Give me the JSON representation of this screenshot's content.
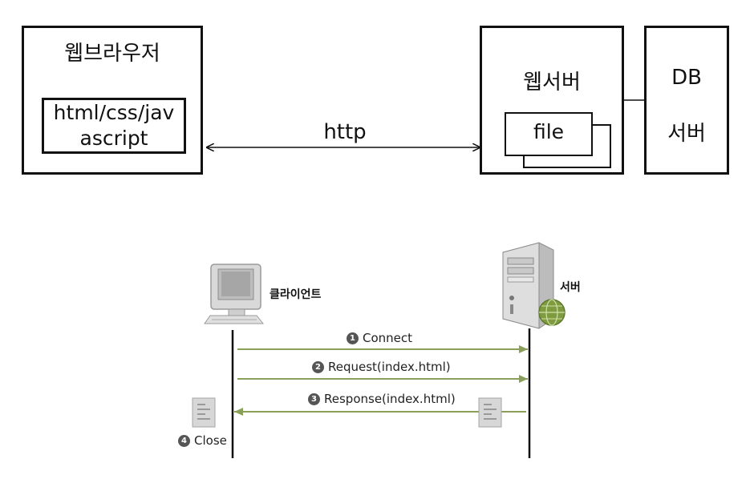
{
  "top": {
    "browser_title": "웹브라우저",
    "browser_inner_line1": "html/css/jav",
    "browser_inner_line2": "ascript",
    "protocol_label": "http",
    "webserver_title": "웹서버",
    "file_label": "file",
    "db_line1": "DB",
    "db_line2": "서버"
  },
  "bottom": {
    "client_label": "클라이언트",
    "server_label": "서버",
    "steps": [
      {
        "num": "1",
        "text": "Connect"
      },
      {
        "num": "2",
        "text": "Request(index.html)"
      },
      {
        "num": "3",
        "text": "Response(index.html)"
      },
      {
        "num": "4",
        "text": "Close"
      }
    ],
    "arrow_color": "#8aa05a"
  }
}
